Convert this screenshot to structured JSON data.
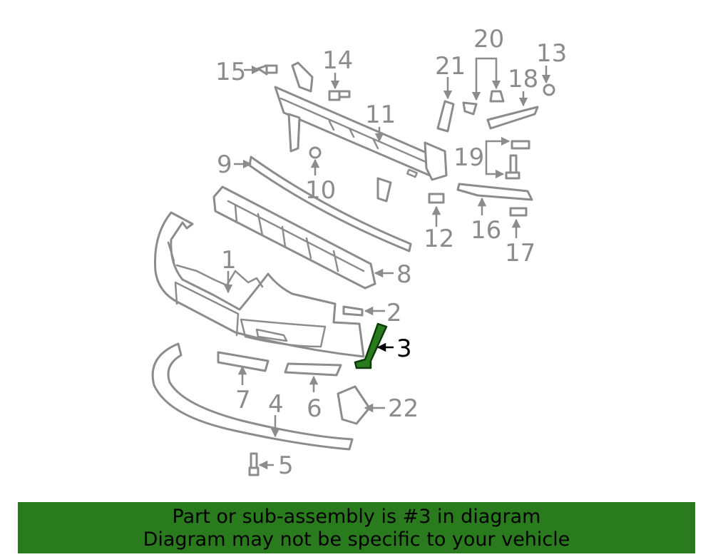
{
  "diagram": {
    "highlighted_part": "3",
    "highlight_color": "#2a7a1e",
    "callouts": {
      "c1": "1",
      "c2": "2",
      "c3": "3",
      "c4": "4",
      "c5": "5",
      "c6": "6",
      "c7": "7",
      "c8": "8",
      "c9": "9",
      "c10": "10",
      "c11": "11",
      "c12": "12",
      "c13": "13",
      "c14": "14",
      "c15": "15",
      "c16": "16",
      "c17": "17",
      "c18": "18",
      "c19": "19",
      "c20": "20",
      "c21": "21",
      "c22": "22"
    }
  },
  "banner": {
    "line1": "Part or sub-assembly is #3 in diagram",
    "line2": "Diagram may not be specific to your vehicle",
    "background": "#2a7a1e"
  }
}
